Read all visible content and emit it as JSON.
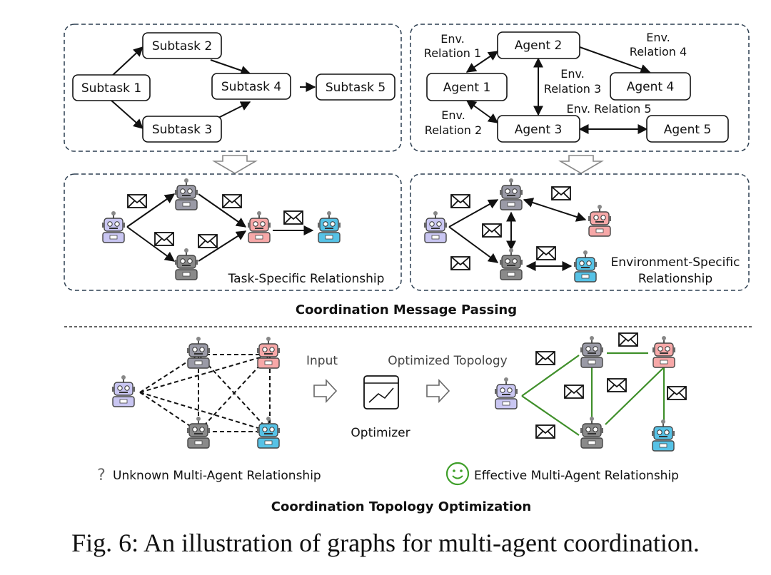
{
  "task_graph": {
    "subtask_1": "Subtask 1",
    "subtask_2": "Subtask 2",
    "subtask_3": "Subtask 3",
    "subtask_4": "Subtask 4",
    "subtask_5": "Subtask 5"
  },
  "env_graph": {
    "agent_1": "Agent 1",
    "agent_2": "Agent 2",
    "agent_3": "Agent 3",
    "agent_4": "Agent 4",
    "agent_5": "Agent 5",
    "rel_1_line1": "Env.",
    "rel_1_line2": "Relation 1",
    "rel_2_line1": "Env.",
    "rel_2_line2": "Relation 2",
    "rel_3_line1": "Env.",
    "rel_3_line2": "Relation 3",
    "rel_4_line1": "Env.",
    "rel_4_line2": "Relation 4",
    "rel_5": "Env. Relation 5"
  },
  "message_passing": {
    "task_specific": "Task-Specific Relationship",
    "env_specific_line1": "Environment-Specific",
    "env_specific_line2": "Relationship",
    "title": "Coordination Message Passing"
  },
  "topology": {
    "input": "Input",
    "optimized": "Optimized Topology",
    "optimizer": "Optimizer",
    "unknown_icon": "?",
    "unknown": "Unknown Multi-Agent Relationship",
    "effective": "Effective Multi-Agent Relationship",
    "title": "Coordination Topology Optimization"
  },
  "caption": "Fig. 6: An illustration of graphs for multi-agent coordination.",
  "colors": {
    "robot_purple": "#c9c6f2",
    "robot_gray": "#9a9aa6",
    "robot_pink": "#f7a8a8",
    "robot_blue": "#56c2e6",
    "green_edge": "#3f8f2a"
  }
}
